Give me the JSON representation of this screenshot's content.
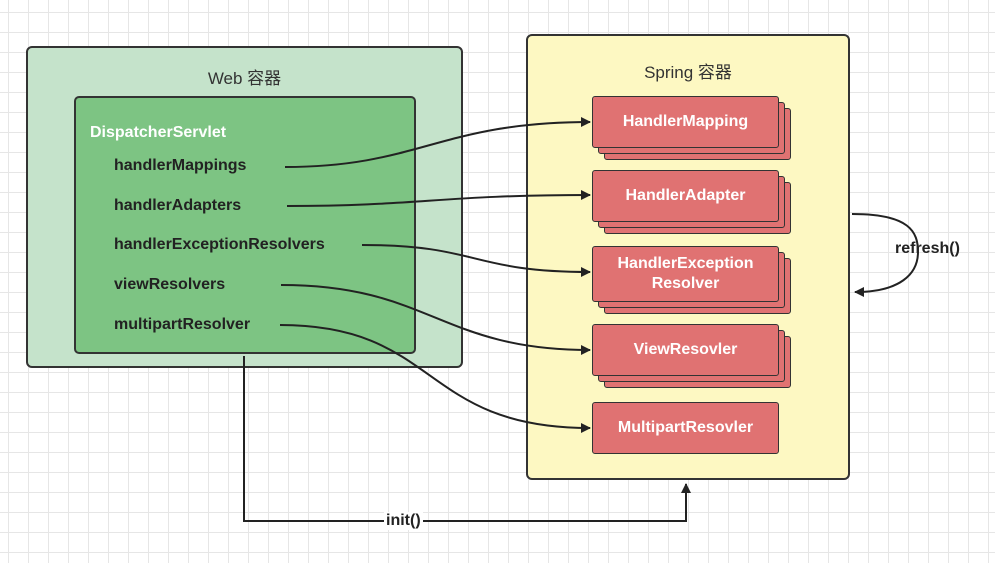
{
  "web_container": {
    "title": "Web 容器"
  },
  "spring_container": {
    "title": "Spring 容器"
  },
  "servlet": {
    "title": "DispatcherServlet",
    "fields": [
      "handlerMappings",
      "handlerAdapters",
      "handlerExceptionResolvers",
      "viewResolvers",
      "multipartResolver"
    ]
  },
  "beans": {
    "handler_mapping": "HandlerMapping",
    "handler_adapter": "HandlerAdapter",
    "handler_exception_resolver_line1": "HandlerException",
    "handler_exception_resolver_line2": "Resolver",
    "view_resolver": "ViewResovler",
    "multipart_resolver": "MultipartResovler"
  },
  "edges": {
    "refresh": "refresh()",
    "init": "init()"
  },
  "colors": {
    "web_container": "#c5e3cb",
    "servlet_box": "#7dc483",
    "spring_container": "#fdf8c2",
    "bean": "#e07272"
  }
}
